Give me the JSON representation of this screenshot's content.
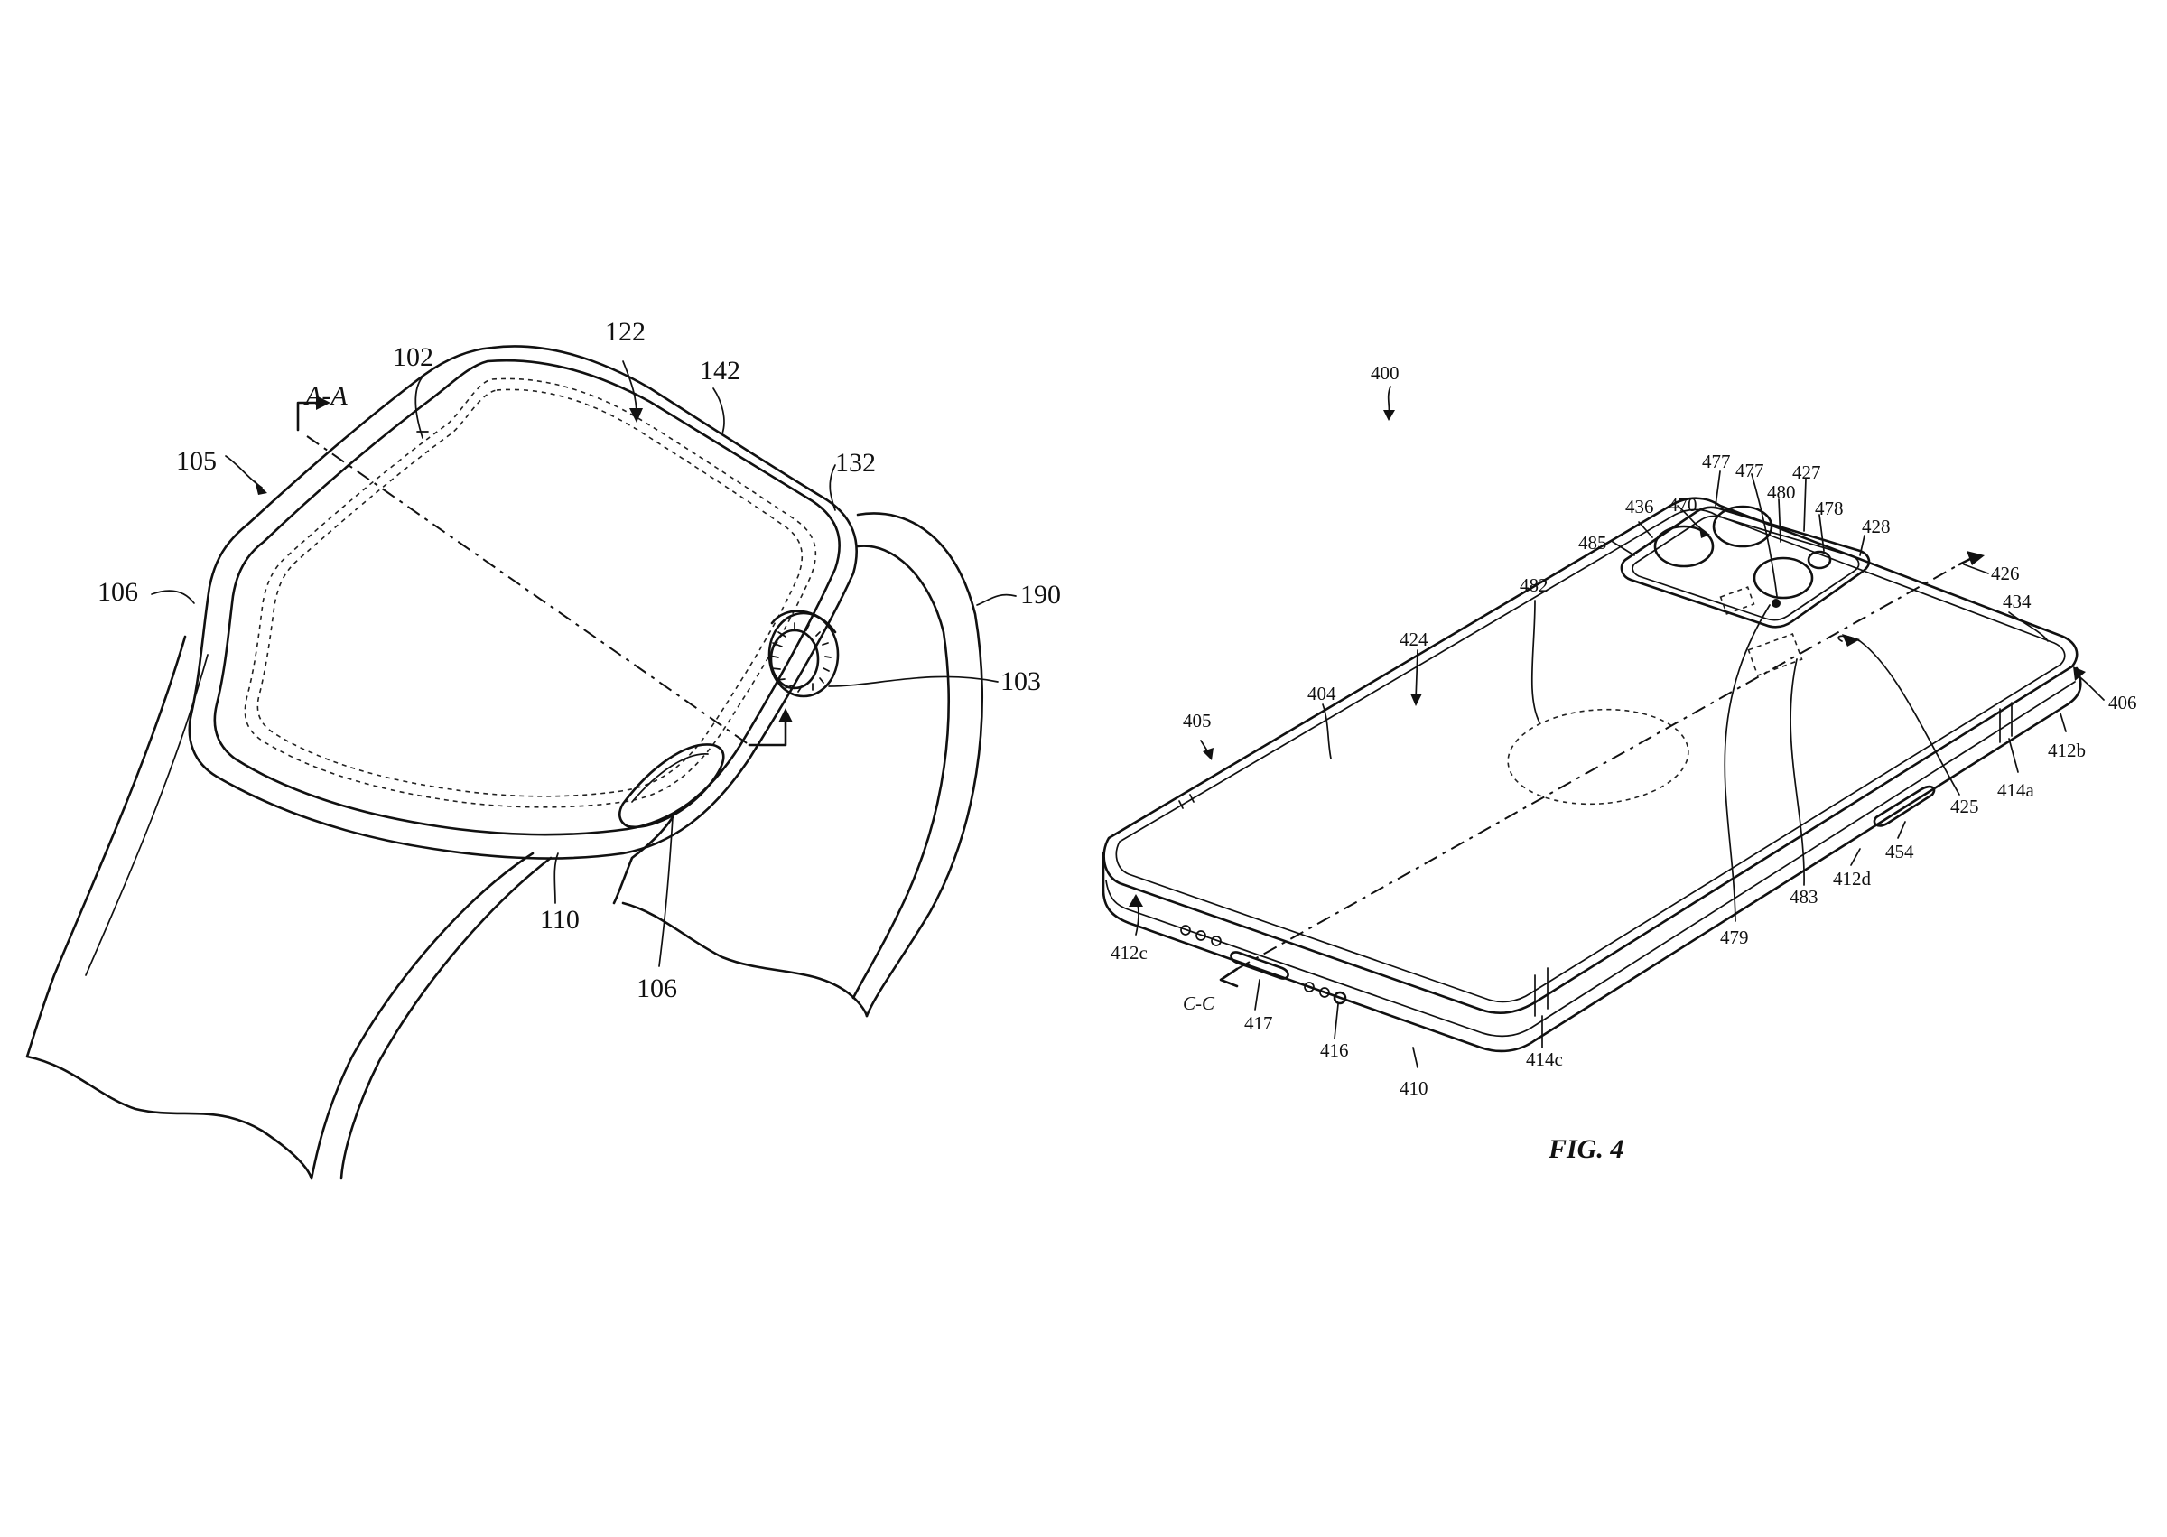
{
  "watch": {
    "labels": {
      "l102": "102",
      "l122": "122",
      "l142": "142",
      "l105": "105",
      "l132": "132",
      "l106a": "106",
      "l190": "190",
      "l103": "103",
      "l110": "110",
      "l106b": "106",
      "section": "A-A"
    }
  },
  "phone": {
    "labels": {
      "l400": "400",
      "l477a": "477",
      "l477b": "477",
      "l427": "427",
      "l436": "436",
      "l470": "470",
      "l480": "480",
      "l478": "478",
      "l428": "428",
      "l485": "485",
      "l426": "426",
      "l434": "434",
      "l482": "482",
      "l424": "424",
      "l406": "406",
      "l404": "404",
      "l405": "405",
      "l412b": "412b",
      "l414a": "414a",
      "l425": "425",
      "l454": "454",
      "l412d": "412d",
      "l483": "483",
      "l479": "479",
      "l412c": "412c",
      "l417": "417",
      "l416": "416",
      "l410": "410",
      "l414c": "414c",
      "section": "C-C"
    },
    "figure_caption": "FIG. 4"
  }
}
